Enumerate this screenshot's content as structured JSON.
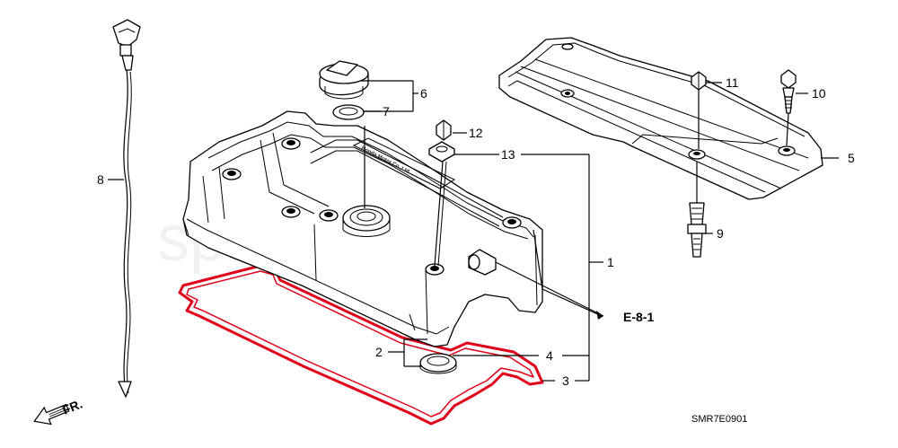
{
  "diagram": {
    "part_callouts": [
      {
        "id": "p1",
        "label": "1"
      },
      {
        "id": "p2",
        "label": "2"
      },
      {
        "id": "p3",
        "label": "3"
      },
      {
        "id": "p4",
        "label": "4"
      },
      {
        "id": "p5",
        "label": "5"
      },
      {
        "id": "p6",
        "label": "6"
      },
      {
        "id": "p7",
        "label": "7"
      },
      {
        "id": "p8",
        "label": "8"
      },
      {
        "id": "p9",
        "label": "9"
      },
      {
        "id": "p10",
        "label": "10"
      },
      {
        "id": "p11",
        "label": "11"
      },
      {
        "id": "p12",
        "label": "12"
      },
      {
        "id": "p13",
        "label": "13"
      }
    ],
    "cross_reference": "E-8-1",
    "front_indicator": "FR.",
    "diagram_code": "SMR7E0901",
    "cover_stamp": "Honda Motor Co.,Ltd",
    "colors": {
      "gasket": "#e0001a",
      "ink": "#000000"
    }
  }
}
